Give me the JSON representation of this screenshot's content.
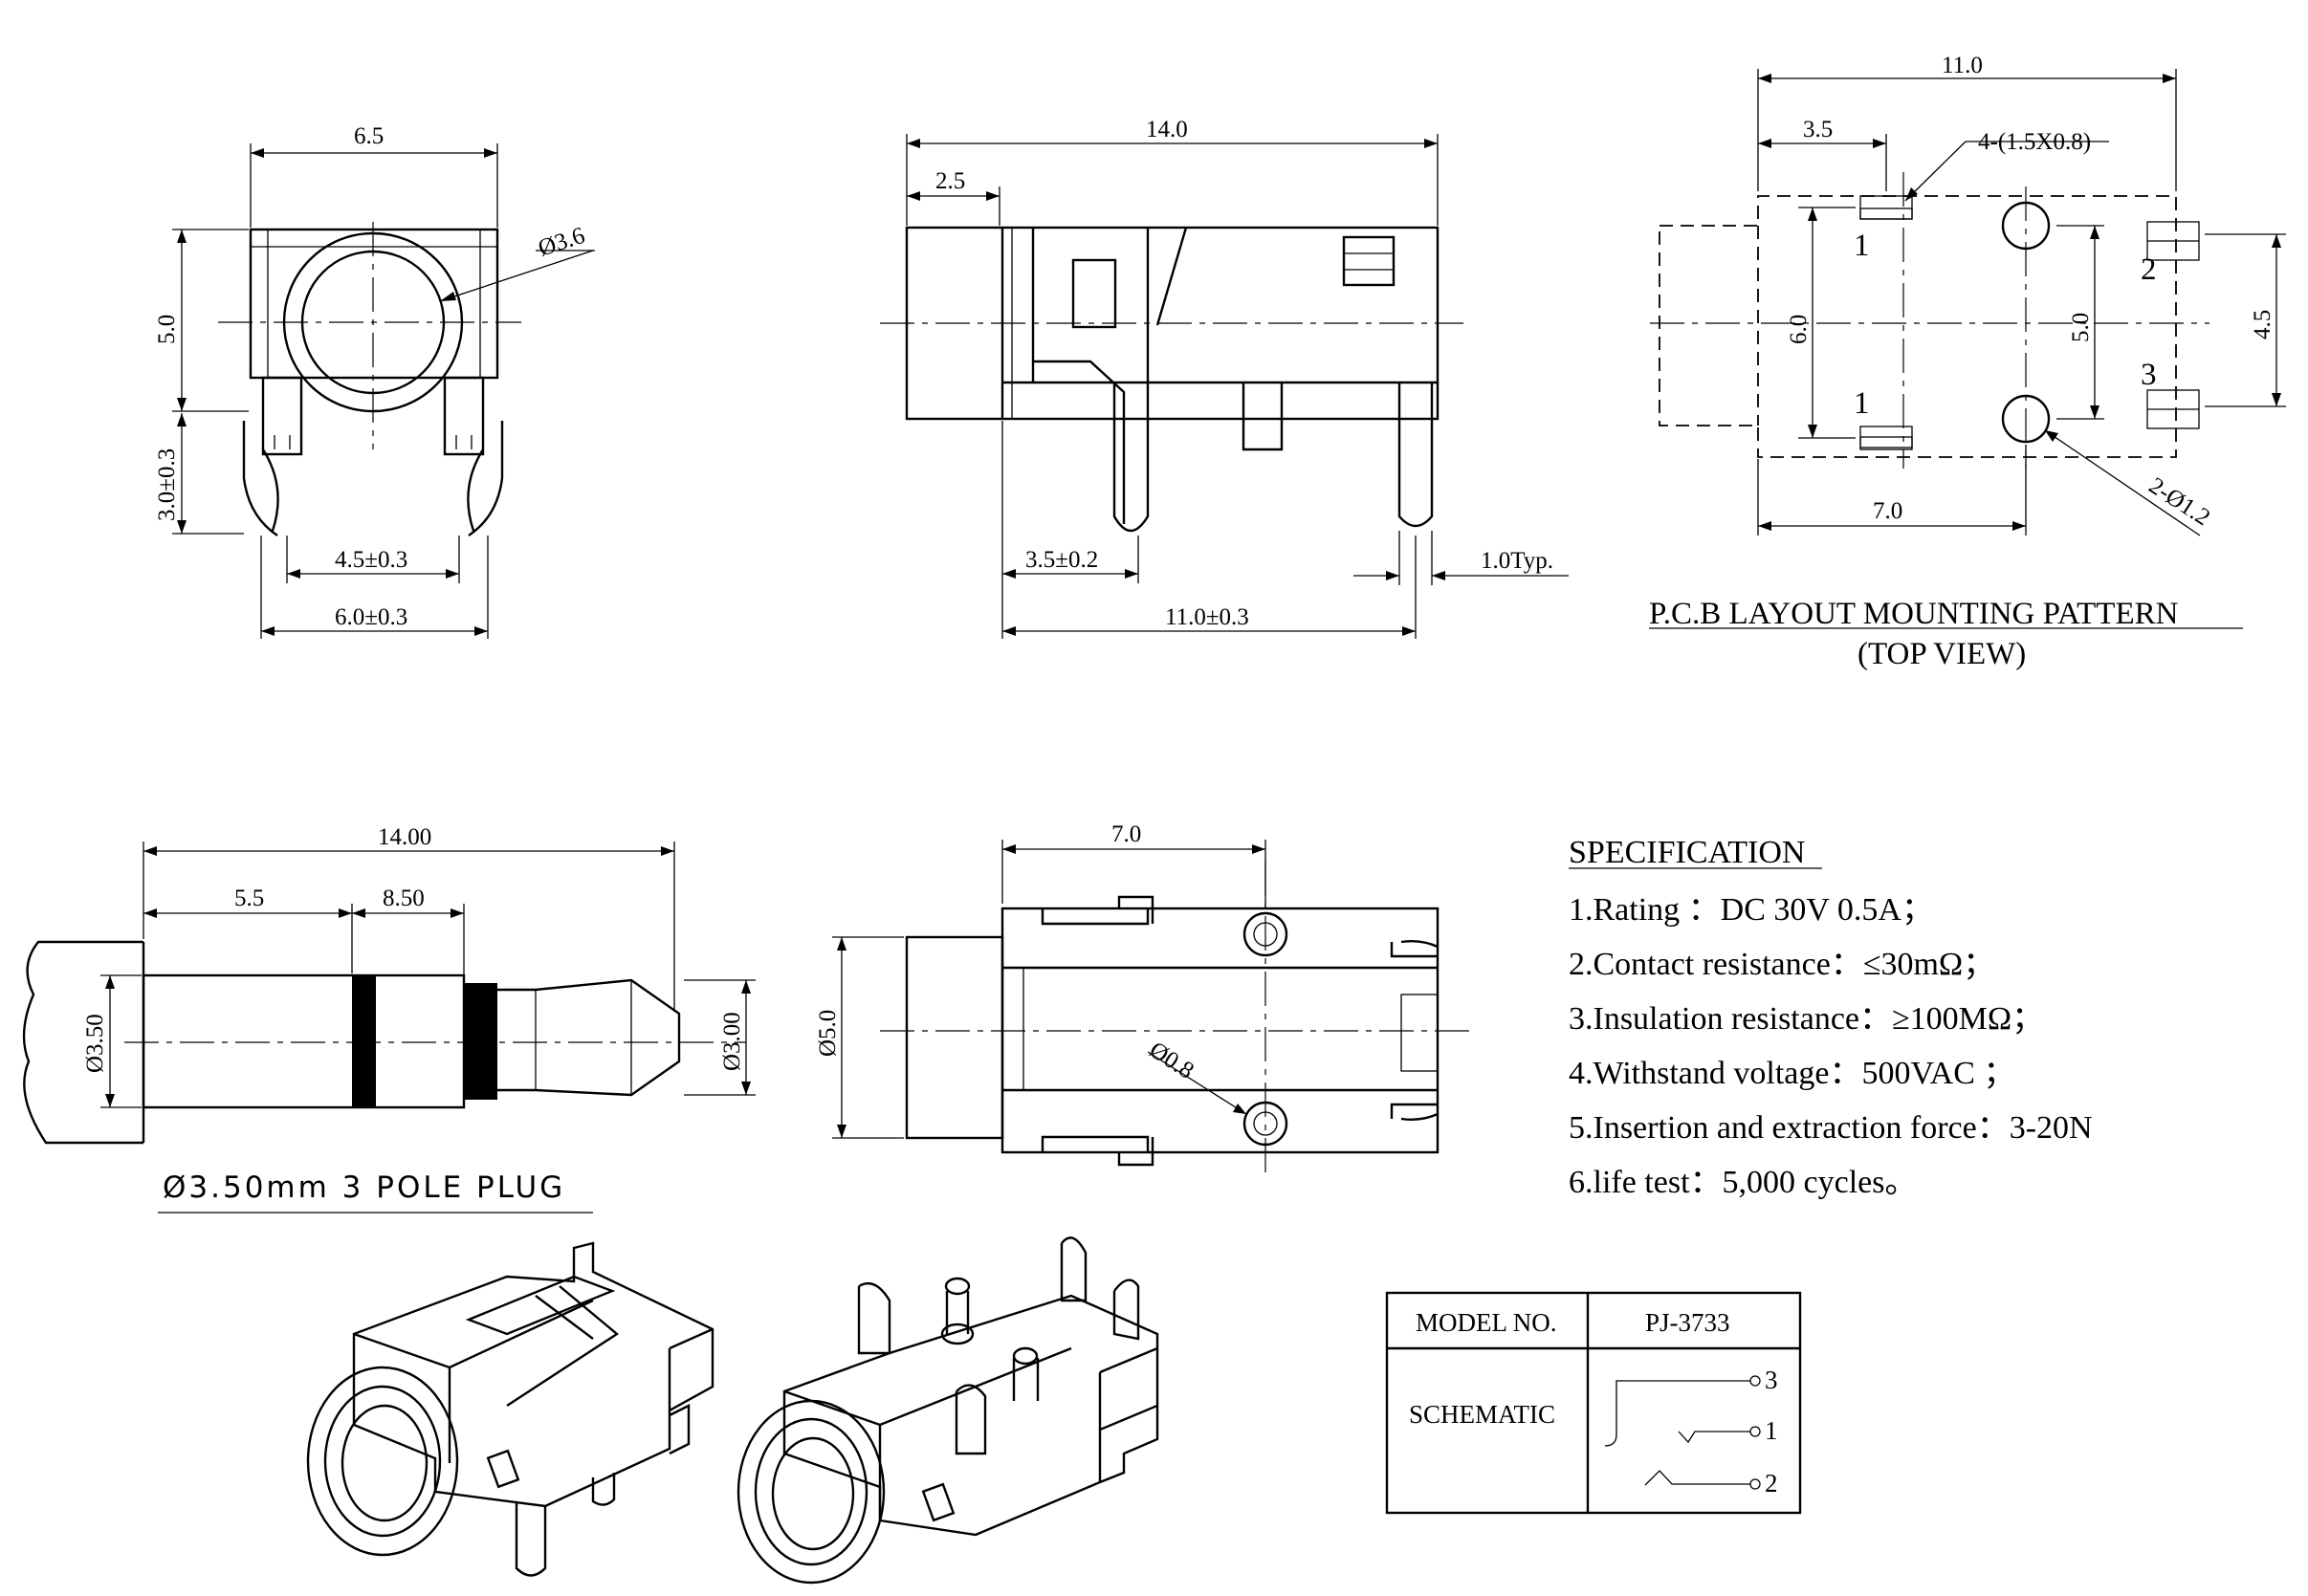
{
  "front_view": {
    "width_top": "6.5",
    "height": "5.0",
    "bore": "Ø3.6",
    "leg_length": "3.0±0.3",
    "pin_inner": "4.5±0.3",
    "pin_outer": "6.0±0.3"
  },
  "side_view": {
    "overall": "14.0",
    "nose": "2.5",
    "pin_offset": "3.5±0.2",
    "pin_thickness": "1.0Typ.",
    "pin_span": "11.0±0.3"
  },
  "pcb_layout": {
    "overall": "11.0",
    "pad_offset": "3.5",
    "pad_spec": "4-(1.5X0.8)",
    "row_pitch_outer": "6.0",
    "row_pitch_inner": "5.0",
    "side_pitch": "4.5",
    "hole_offset": "7.0",
    "hole_spec": "2-Ø1.2",
    "pin_labels": [
      "1",
      "1",
      "2",
      "3"
    ],
    "title": "P.C.B LAYOUT MOUNTING PATTERN",
    "subtitle": "(TOP VIEW)"
  },
  "plug": {
    "overall": "14.00",
    "sleeve": "5.5",
    "ring": "8.50",
    "body_dia": "Ø3.50",
    "tip_dia": "Ø3.00",
    "caption": "Ø3.50mm 3 POLE PLUG"
  },
  "bottom_view": {
    "hole_span": "7.0",
    "body_dia": "Ø5.0",
    "post_dia": "Ø0.8"
  },
  "specification": {
    "title": "SPECIFICATION",
    "lines": [
      "1.Rating ：DC 30V 0.5A；",
      "2.Contact resistance：≤30mΩ；",
      "3.Insulation resistance：≥100MΩ；",
      "4.Withstand voltage：500VAC ；",
      "5.Insertion and extraction force：3-20N",
      "6.life test：5,000 cycles。"
    ]
  },
  "model_table": {
    "model_label": "MODEL NO.",
    "model_value": "PJ-3733",
    "schematic_label": "SCHEMATIC",
    "terminals": [
      "3",
      "1",
      "2"
    ]
  }
}
